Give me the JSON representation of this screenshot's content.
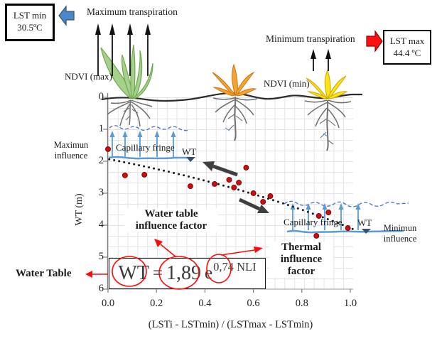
{
  "colors": {
    "block_arrow_blue": "#4c87c7",
    "block_arrow_red": "#ff1010",
    "fringe_blue": "#5b9bd5",
    "dashed_blue": "#4472c4",
    "annotation_red": "#ff0a0a",
    "scatter_red": "#ce0e0e",
    "scatter_edge": "#7a0000",
    "trend_black": "#1a1a1a",
    "leaf_green": "#a8d08d",
    "leaf_green_edge": "#6fa84f",
    "leaf_orange": "#f6a22d",
    "leaf_orange_edge": "#c87717",
    "leaf_yellow": "#ffe214",
    "leaf_yellow_edge": "#c9a800",
    "root_gray": "#6f6f6f",
    "ground_dark": "#2b2b2b",
    "wt_triangle": "#3a5070"
  },
  "header": {
    "lst_min": {
      "line1": "LST mín",
      "line2": "30.5ºC"
    },
    "lst_max": {
      "line1": "LST max",
      "line2": "44.4 ºC"
    },
    "max_transpiration": "Maximum transpiration",
    "min_transpiration": "Minimum transpiration",
    "ndvi_max": "NDVI (max)",
    "ndvi_min": "NDVI (min)"
  },
  "labels": {
    "maximun_influence": {
      "line1": "Maximun",
      "line2": "influence"
    },
    "minimun_influence": {
      "line1": "Minimun",
      "line2": "influence"
    },
    "capillary_left": "Capillary fringe",
    "capillary_right": "Capillary fringe",
    "wt_left": "WT",
    "wt_right": "WT",
    "water_table": "Water Table",
    "wt_factor": {
      "line1": "Water table",
      "line2": "influence factor"
    },
    "thermal_factor": {
      "line1": "Thermal",
      "line2": "influence",
      "line3": "factor"
    }
  },
  "formula": {
    "lhs": "WT",
    "equals": "=",
    "coefficient": "1,89",
    "base": "e",
    "exponent": "0,74",
    "exponent_variable": "NLI"
  },
  "chart_data": {
    "type": "scatter",
    "title": "",
    "xlabel": "(LSTi - LSTmin) / (LSTmax - LSTmin)",
    "ylabel": "WT (m)",
    "xlim": [
      0,
      1.05
    ],
    "ylim": [
      0,
      6
    ],
    "y_axis_inverted": true,
    "grid": true,
    "x_ticks": [
      "0.0",
      "0.2",
      "0.4",
      "0.6",
      "0.8",
      "1.0"
    ],
    "x_tick_values": [
      0,
      0.2,
      0.4,
      0.6,
      0.8,
      1.0
    ],
    "y_ticks": [
      "0",
      "1",
      "2",
      "3",
      "4",
      "5",
      "6"
    ],
    "points": [
      [
        0.0,
        1.62
      ],
      [
        0.07,
        2.44
      ],
      [
        0.15,
        2.42
      ],
      [
        0.34,
        2.78
      ],
      [
        0.44,
        2.71
      ],
      [
        0.5,
        2.58
      ],
      [
        0.52,
        2.82
      ],
      [
        0.54,
        2.67
      ],
      [
        0.57,
        2.2
      ],
      [
        0.6,
        3.0
      ],
      [
        0.64,
        3.27
      ],
      [
        0.67,
        3.09
      ],
      [
        0.86,
        4.33
      ],
      [
        0.87,
        3.71
      ],
      [
        0.91,
        3.6
      ],
      [
        0.99,
        4.09
      ]
    ],
    "trendline": {
      "style": "dotted",
      "type": "exponential",
      "coefficient": 1.93,
      "exponent": 0.75,
      "equation": "WT = 1,89 · e^(0,74·NLI)"
    }
  }
}
